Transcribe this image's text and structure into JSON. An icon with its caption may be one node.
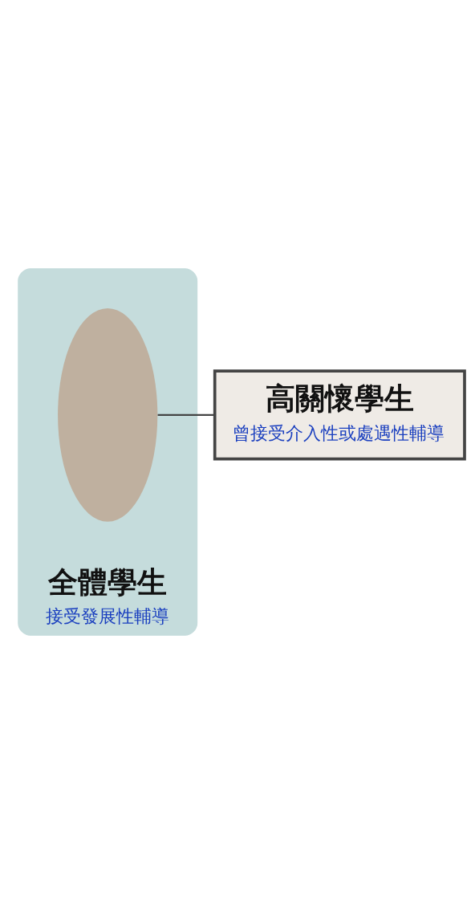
{
  "diagram": {
    "nodes": [
      {
        "text": [
          "全體學生",
          "接受發展性輔導"
        ]
      },
      {
        "text": [],
        "shape": "ellipse",
        "in": 0
      },
      {
        "text": [
          "高關懷學生",
          "曾接受介入性或處遇性輔導"
        ]
      }
    ],
    "edges": [
      {
        "from": 2,
        "to": 1,
        "arrow": "none"
      }
    ]
  }
}
